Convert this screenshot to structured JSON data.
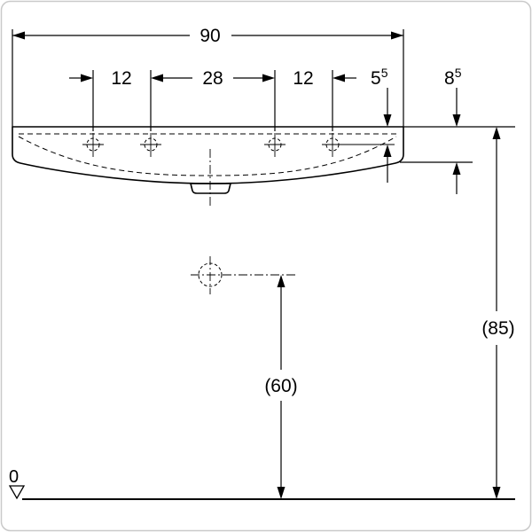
{
  "drawing": {
    "type": "washbasin-front-elevation-dimension-drawing",
    "line_color": "#000000",
    "border_color": "#c9c9c9",
    "dimensions": {
      "overall_width": "90",
      "tap_spacing_left": "12",
      "tap_spacing_center": "28",
      "tap_spacing_right": "12",
      "tap_hole_offset": {
        "base": "5",
        "sup": "5"
      },
      "front_edge_height": {
        "base": "8",
        "sup": "5"
      },
      "installation_height": "(85)",
      "outlet_height": "(60)",
      "datum_zero": "0"
    }
  }
}
